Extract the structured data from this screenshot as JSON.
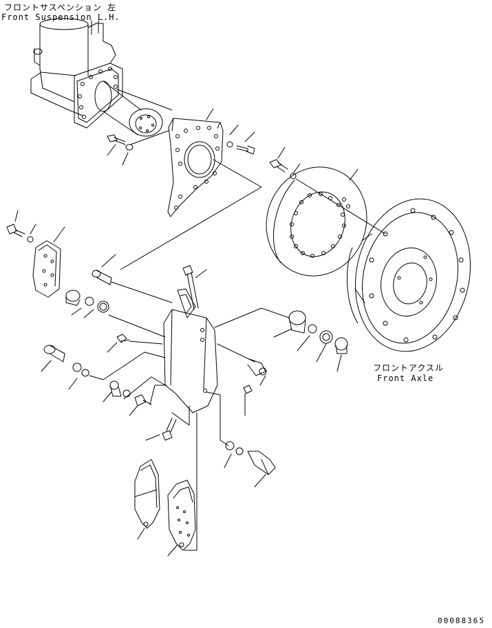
{
  "labels": {
    "front_suspension_jp": "フロントサスペンション 左",
    "front_suspension_en": "Front Suspension L.H.",
    "front_axle_jp": "フロントアクスル",
    "front_axle_en": "Front Axle",
    "drawing_code": "00088365"
  },
  "colors": {
    "line": "#000000",
    "background": "#ffffff"
  }
}
